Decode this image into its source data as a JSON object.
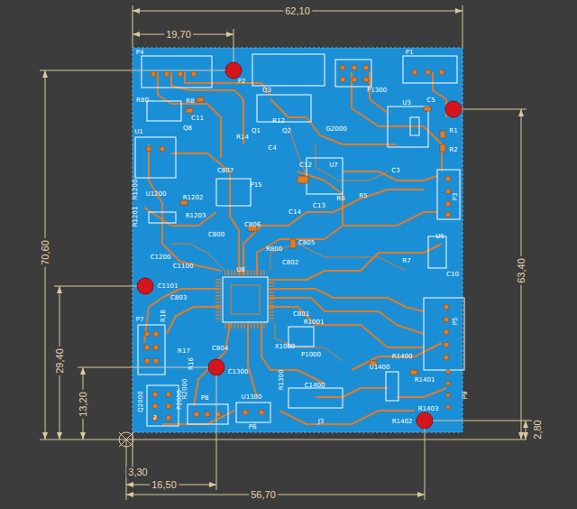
{
  "diagram": {
    "labels": [
      "62,10",
      "19,70",
      "70,60",
      "63,40",
      "29,40",
      "13,20",
      "2,80",
      "3,30",
      "16,50",
      "56,70",
      "P4",
      "P2",
      "P1",
      "P1300",
      "R80",
      "R8",
      "C11",
      "Q8",
      "U1",
      "U3",
      "C5",
      "R1",
      "R2",
      "Q3",
      "R12",
      "R14",
      "Q1",
      "Q2",
      "C4",
      "G2000",
      "C807",
      "P15",
      "U1200",
      "R1202",
      "R1203",
      "R1201",
      "R1200",
      "C1200",
      "C12",
      "U7",
      "C3",
      "R6",
      "R5",
      "C13",
      "C14",
      "P3",
      "C806",
      "C800",
      "R800",
      "C805",
      "C802",
      "C1100",
      "C1101",
      "C803",
      "U8",
      "U5",
      "R7",
      "C10",
      "P5",
      "P7",
      "R18",
      "R17",
      "R16",
      "C801",
      "R1001",
      "X1000",
      "P1000",
      "C804",
      "R2000",
      "C1300",
      "P8",
      "U1300",
      "P6",
      "R1300",
      "C1400",
      "J3",
      "U1400",
      "R1400",
      "R1401",
      "R1403",
      "R1402",
      "P9",
      "Q2000",
      "P2000",
      "2"
    ]
  }
}
